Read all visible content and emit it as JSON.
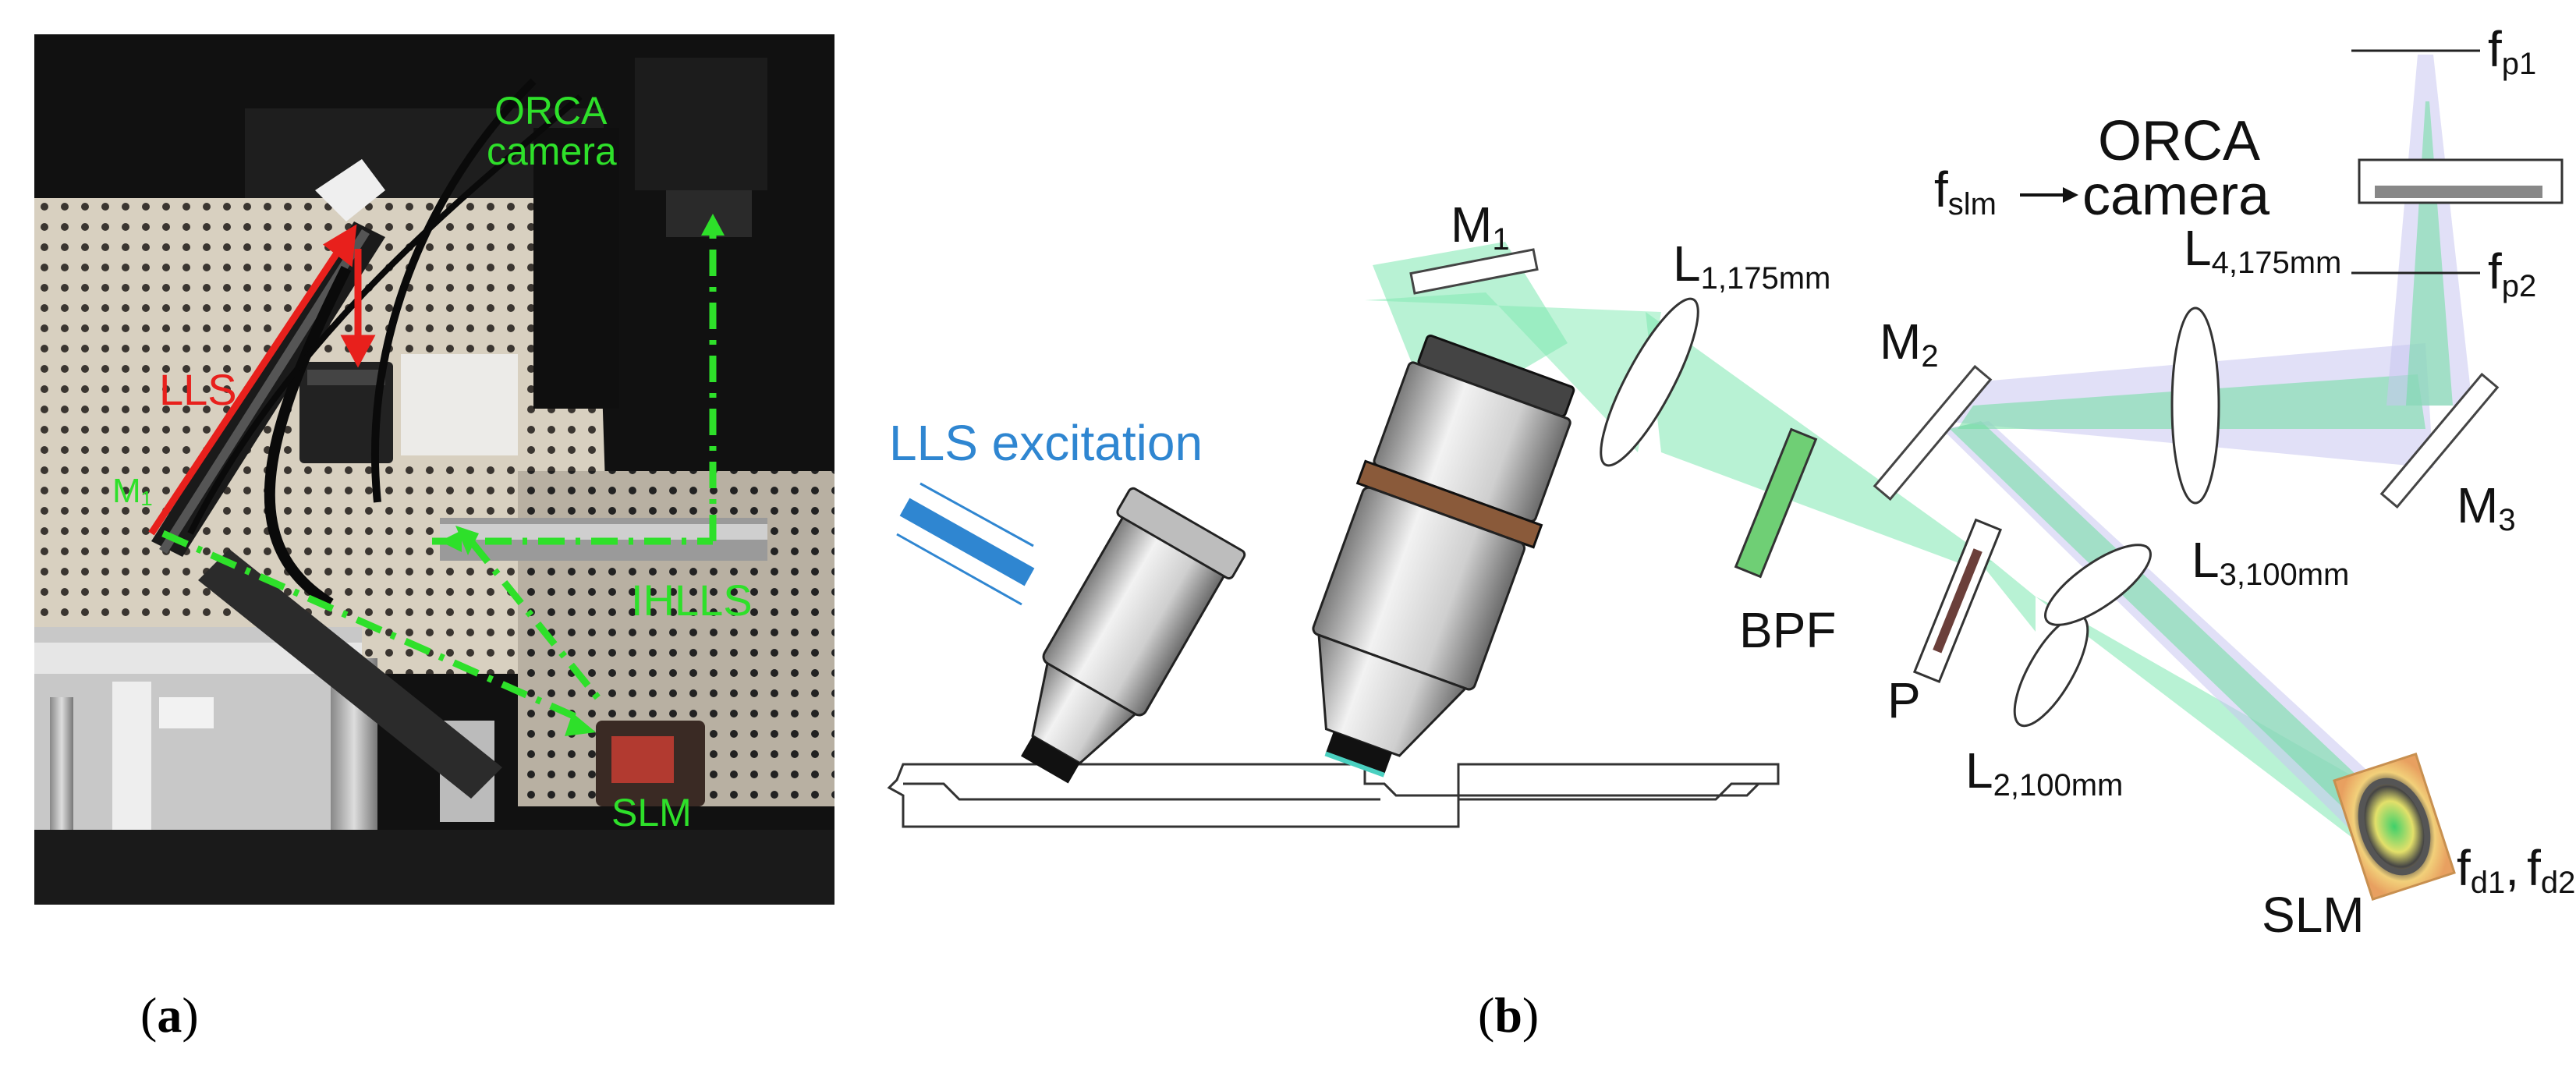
{
  "panel_a": {
    "caption": {
      "open": "(",
      "letter": "a",
      "close": ")"
    },
    "labels": {
      "orca_line1": "ORCA",
      "orca_line2": "camera",
      "lls": "LLS",
      "m1": "M₁",
      "ihlls": "IHLLS",
      "slm": "SLM"
    },
    "colors": {
      "lls_path": "#e8201c",
      "ihlls_path": "#2ee02a",
      "label_green": "#2ee02a",
      "label_red": "#e8201c"
    }
  },
  "panel_b": {
    "caption": {
      "open": "(",
      "letter": "b",
      "close": ")"
    },
    "labels": {
      "lls_excitation": "LLS excitation",
      "m1": {
        "main": "M",
        "sub": "1"
      },
      "l1": {
        "main": "L",
        "sub": "1,175mm"
      },
      "bpf": "BPF",
      "p": "P",
      "m2": {
        "main": "M",
        "sub": "2"
      },
      "l4": {
        "main": "L",
        "sub": "4,175mm"
      },
      "m3": {
        "main": "M",
        "sub": "3"
      },
      "l3": {
        "main": "L",
        "sub": "3,100mm"
      },
      "l2": {
        "main": "L",
        "sub": "2,100mm"
      },
      "slm": "SLM",
      "fd": {
        "a_main": "f",
        "a_sub": "d1",
        "sep": ",",
        "b_main": "f",
        "b_sub": "d2"
      },
      "orca_line1": "ORCA",
      "orca_line2": "camera",
      "fslm": {
        "main": "f",
        "sub": "slm"
      },
      "fp1": {
        "main": "f",
        "sub": "p1"
      },
      "fp2": {
        "main": "f",
        "sub": "p2"
      }
    },
    "colors": {
      "beam": "#7ee8b0",
      "beam_edge": "#3cc982",
      "fourier_beam": "#c9c6f0",
      "excitation": "#2f86d1",
      "bpf": "#6fcf75",
      "polarizer": "#6b3f3a"
    }
  }
}
